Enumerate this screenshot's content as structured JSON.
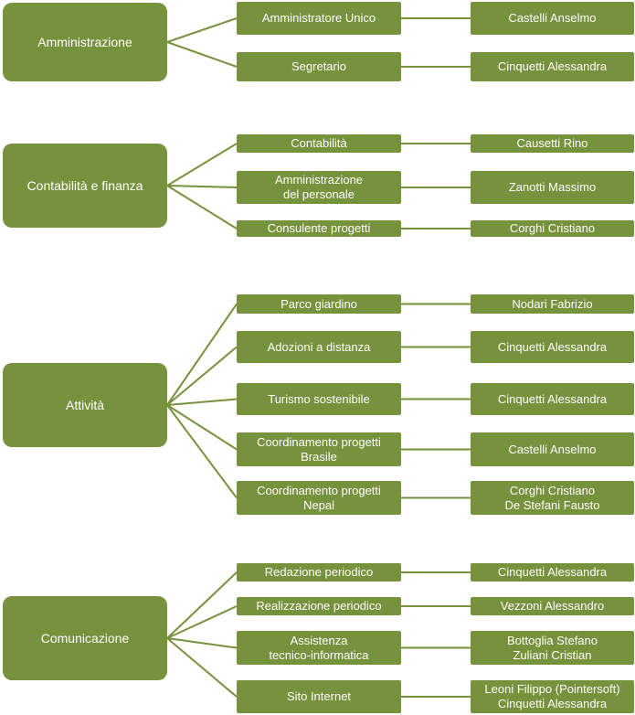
{
  "groups": [
    {
      "category": "Amministrazione",
      "rows": [
        {
          "role": [
            "Amministratore Unico"
          ],
          "people": [
            "Castelli Anselmo"
          ]
        },
        {
          "role": [
            "Segretario"
          ],
          "people": [
            "Cinquetti Alessandra"
          ]
        }
      ]
    },
    {
      "category": "Contabilità e finanza",
      "rows": [
        {
          "role": [
            "Contabilità"
          ],
          "people": [
            "Causetti Rino"
          ]
        },
        {
          "role": [
            "Amministrazione",
            "del personale"
          ],
          "people": [
            "Zanotti Massimo"
          ]
        },
        {
          "role": [
            "Consulente progetti"
          ],
          "people": [
            "Corghi Cristiano"
          ]
        }
      ]
    },
    {
      "category": "Attività",
      "rows": [
        {
          "role": [
            "Parco giardino"
          ],
          "people": [
            "Nodari Fabrizio"
          ]
        },
        {
          "role": [
            "Adozioni a distanza"
          ],
          "people": [
            "Cinquetti Alessandra"
          ]
        },
        {
          "role": [
            "Turismo sostenibile"
          ],
          "people": [
            "Cinquetti Alessandra"
          ]
        },
        {
          "role": [
            "Coordinamento progetti",
            "Brasile"
          ],
          "people": [
            "Castelli Anselmo"
          ]
        },
        {
          "role": [
            "Coordinamento progetti",
            "Nepal"
          ],
          "people": [
            "Corghi Cristiano",
            "De Stefani Fausto"
          ]
        }
      ]
    },
    {
      "category": "Comunicazione",
      "rows": [
        {
          "role": [
            "Redazione periodico"
          ],
          "people": [
            "Cinquetti Alessandra"
          ]
        },
        {
          "role": [
            "Realizzazione periodico"
          ],
          "people": [
            "Vezzoni  Alessandro"
          ]
        },
        {
          "role": [
            "Assistenza",
            "tecnico-informatica"
          ],
          "people": [
            "Bottoglia Stefano",
            "Zuliani Cristian"
          ]
        },
        {
          "role": [
            "Sito Internet"
          ],
          "people": [
            "Leoni Filippo (Pointersoft)",
            "Cinquetti Alessandra"
          ]
        }
      ]
    }
  ],
  "colors": {
    "box_fill": "#76923c",
    "box_text": "#ffffff",
    "connector": "#76923c"
  }
}
